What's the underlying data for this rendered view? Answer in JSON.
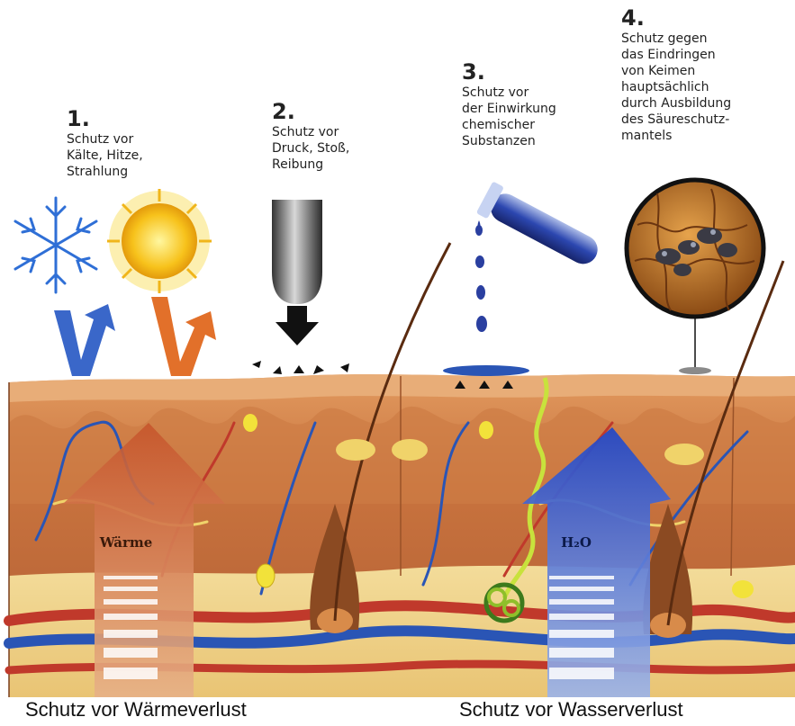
{
  "items": [
    {
      "number": "1.",
      "text": "Schutz vor\nKälte, Hitze,\nStrahlung"
    },
    {
      "number": "2.",
      "text": "Schutz vor\nDruck, Stoß,\nReibung"
    },
    {
      "number": "3.",
      "text": "Schutz vor\nder Einwirkung\nchemischer\nSubstanzen"
    },
    {
      "number": "4.",
      "text": "Schutz gegen\ndas Eindringen\nvon Keimen\nhauptsächlich\ndurch Ausbildung\ndes Säureschutz-\nmantels"
    }
  ],
  "arrows": {
    "heat": "Wärme",
    "water": "H₂O"
  },
  "captions": {
    "left": "Schutz vor Wärmeverlust",
    "right": "Schutz vor Wasserverlust"
  },
  "colors": {
    "skin": "#c8733e",
    "dermis": "#d98e55",
    "blood_red": "#c0392b",
    "blood_blue": "#2a55b5",
    "fat": "#f1d28a"
  }
}
